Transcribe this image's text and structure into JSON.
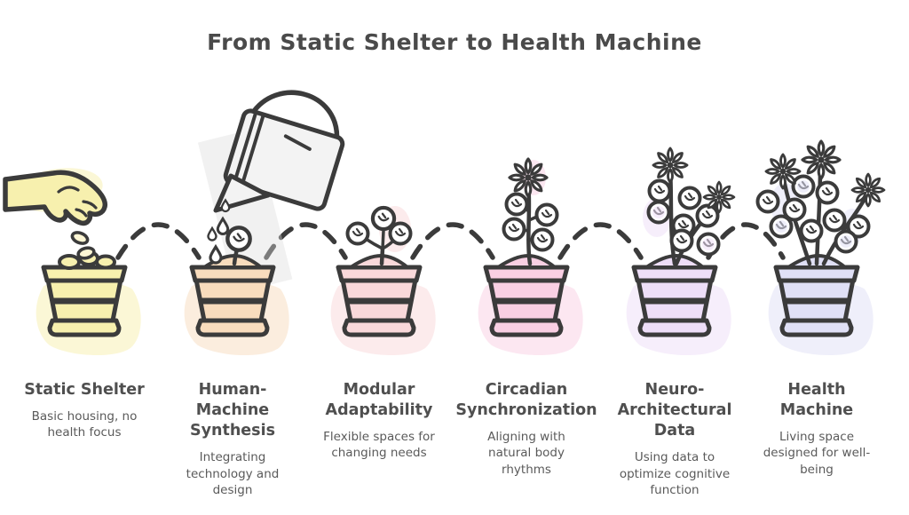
{
  "title": "From Static Shelter to Health Machine",
  "colors": {
    "ink": "#3b3b3b",
    "title_text": "#4a4a4a",
    "stage_title_text": "#4f4f4f",
    "stage_desc_text": "#5a5a5a",
    "background": "#ffffff",
    "watering_can": "#f3f3f3"
  },
  "stages": [
    {
      "title": "Static Shelter",
      "desc": "Basic housing, no\nhealth focus",
      "pot_color": "#f7f0ae",
      "illustration": "hand-planting-seeds-icon"
    },
    {
      "title": "Human-\nMachine\nSynthesis",
      "desc": "Integrating\ntechnology and\ndesign",
      "pot_color": "#f8dcbd",
      "illustration": "watering-can-sprout-icon"
    },
    {
      "title": "Modular\nAdaptability",
      "desc": "Flexible spaces for\nchanging needs",
      "pot_color": "#f9d8da",
      "illustration": "small-plant-icon"
    },
    {
      "title": "Circadian\nSynchronization",
      "desc": "Aligning with\nnatural body\nrhythms",
      "pot_color": "#f9cfe3",
      "illustration": "flowering-plant-icon"
    },
    {
      "title": "Neuro-\nArchitectural\nData",
      "desc": "Using data to\noptimize cognitive\nfunction",
      "pot_color": "#eedef8",
      "illustration": "double-flower-plant-icon"
    },
    {
      "title": "Health\nMachine",
      "desc": "Living space\ndesigned for well-\nbeing",
      "pot_color": "#e0e0f6",
      "illustration": "full-bloom-plant-icon"
    }
  ]
}
